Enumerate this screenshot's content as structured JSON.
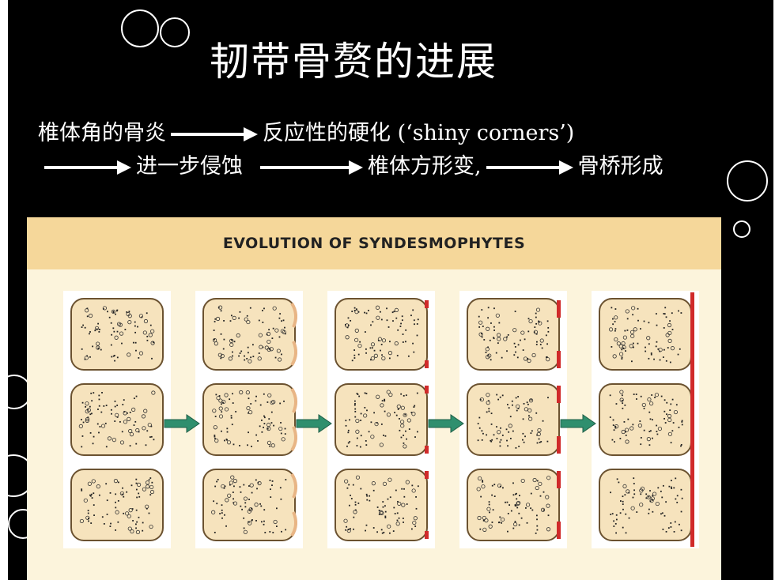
{
  "slide": {
    "title": "韧带骨赘的进展",
    "line1_a": "椎体角的骨炎",
    "line1_b": "反应性的硬化 (‘shiny corners’)",
    "line2_a": "进一步侵蚀",
    "line2_b": "椎体方形变,",
    "line2_c": "骨桥形成"
  },
  "figure": {
    "title": "EVOLUTION OF SYNDESMOPHYTES",
    "stage_count": 5,
    "vertebrae_per_stage": 3,
    "colors": {
      "background": "#000000",
      "panel": "#fcf4dc",
      "header": "#f5d79a",
      "bone_fill": "#f6e3bd",
      "bone_outline": "#6b5230",
      "inflammation": "#d02a2a",
      "arrow": "#2f8f6e"
    }
  }
}
